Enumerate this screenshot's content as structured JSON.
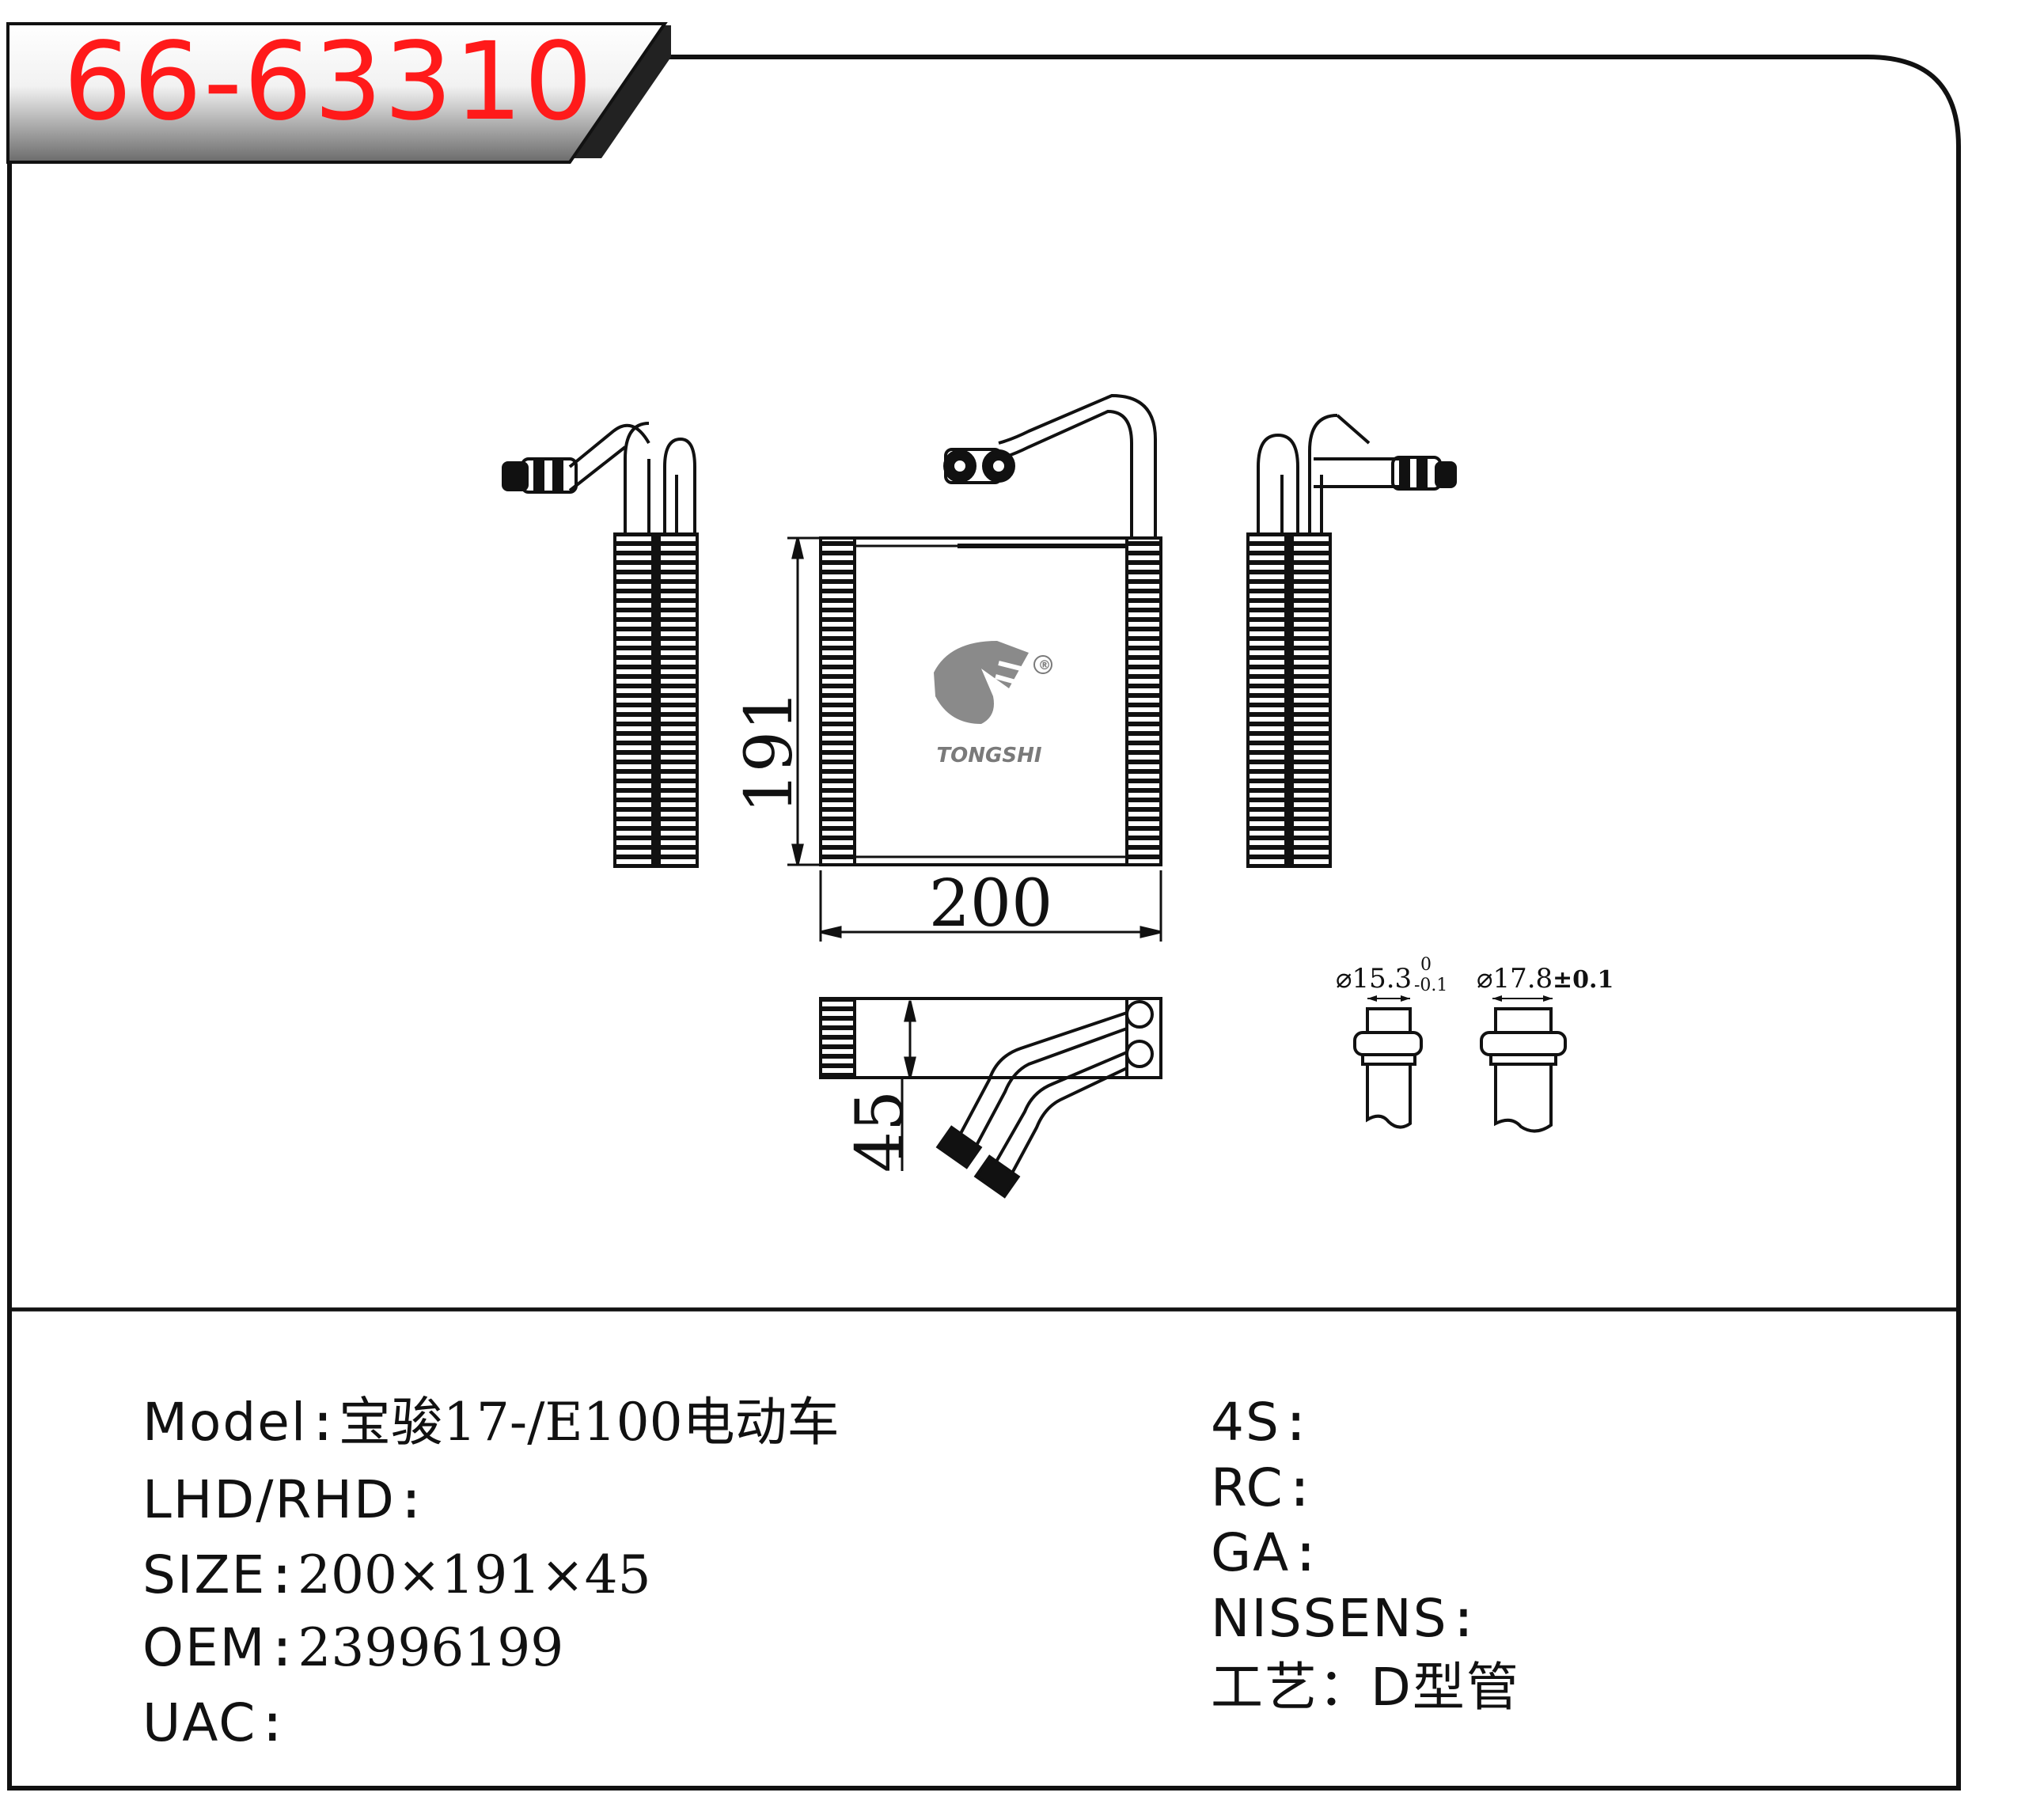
{
  "part_number": "66-63310",
  "drawing": {
    "dimensions": {
      "width": "200",
      "height": "191",
      "depth": "45"
    },
    "pipe_diameters": {
      "d1": {
        "symbol": "⌀",
        "value": "15.3",
        "tol_upper": "0",
        "tol_lower": "-0.1"
      },
      "d2": {
        "symbol": "⌀",
        "value": "17.8",
        "tol": "±0.1"
      }
    },
    "brand_logo": {
      "name": "TONGSHI",
      "registered": "®"
    }
  },
  "specs_left": [
    {
      "label": "Model",
      "sep": ":",
      "value": "宝骏17-/E100电动车"
    },
    {
      "label": "LHD/RHD",
      "sep": ":",
      "value": ""
    },
    {
      "label": "SIZE",
      "sep": ":",
      "value": "200×191×45"
    },
    {
      "label": "OEM",
      "sep": ":",
      "value": "23996199"
    },
    {
      "label": "UAC",
      "sep": ":",
      "value": ""
    }
  ],
  "specs_right": [
    {
      "label": "4S",
      "sep": ":",
      "value": ""
    },
    {
      "label": "RC",
      "sep": ":",
      "value": ""
    },
    {
      "label": "GA",
      "sep": ":",
      "value": ""
    },
    {
      "label": "NISSENS",
      "sep": ":",
      "value": ""
    },
    {
      "label": "工艺",
      "sep": "：",
      "value": "D型管"
    }
  ],
  "colors": {
    "title": "#ff1a1a",
    "frame": "#111111",
    "logo": "#7a7a7a"
  }
}
